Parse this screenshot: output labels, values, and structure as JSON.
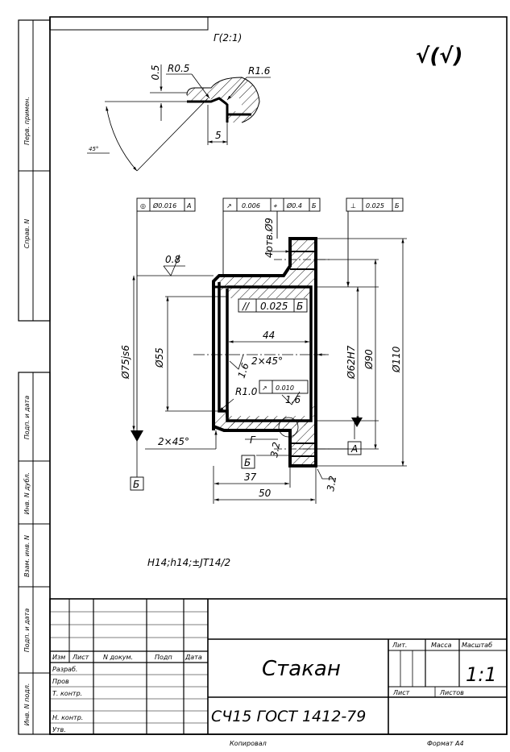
{
  "frame": {
    "side_labels": [
      "Перв. примен.",
      "Справ. N",
      "Подп. и дата",
      "Инв. N дубл.",
      "Взам. инв. N",
      "Подп. и дата",
      "Инв. N подл."
    ]
  },
  "detail_view": {
    "title": "Г(2:1)",
    "chamfer_depth": "0.5",
    "radius_small": "R0.5",
    "radius_large": "R1.6",
    "chamfer_length": "5",
    "angle": "45°"
  },
  "roughness_symbol": "√(√)",
  "tolerances": {
    "concentricity": {
      "symbol": "◎",
      "value": "Ø0.016",
      "datum": "A"
    },
    "runout_left": {
      "symbol": "↗",
      "value": "0.006"
    },
    "position": {
      "symbol": "⌖",
      "value": "Ø0.4",
      "datum": "Б"
    },
    "perpendicularity": {
      "symbol": "⊥",
      "value": "0.025",
      "datum": "Б"
    },
    "parallelism": {
      "symbol": "//",
      "value": "0.025",
      "datum": "Б"
    },
    "runout_inner": {
      "symbol": "↗",
      "value": "0.010"
    }
  },
  "dimensions": {
    "holes": "4отв.Ø9",
    "roughness_top": "0.8",
    "diam_outer": "Ø75js6",
    "diam_inner": "Ø55",
    "bore_length": "44",
    "chamfer_inner": "2×45°",
    "roughness_left": "1.6",
    "roughness_mid": "1.6",
    "radius_inner": "R1.0",
    "diam_bore": "Ø62H7",
    "diam_90": "Ø90",
    "diam_110": "Ø110",
    "chamfer_outer": "2×45°",
    "view_letter": "Г",
    "roughness_flange": "3.2",
    "roughness_edge": "3.2",
    "datum_a": "A",
    "datum_b": "Б",
    "length_37": "37",
    "length_50": "50"
  },
  "tolerance_note": "H14;h14;±JT14/2",
  "title_block": {
    "headers": {
      "izm": "Изм",
      "list": "Лист",
      "doc": "N докум.",
      "sign": "Подп",
      "date": "Дата"
    },
    "roles": [
      "Разраб.",
      "Пров",
      "Т. контр.",
      "",
      "Н. контр.",
      "Утв."
    ],
    "name": "Стакан",
    "material": "СЧ15 ГОСТ 1412-79",
    "lit_label": "Лит.",
    "mass_label": "Масса",
    "scale_label": "Масштаб",
    "scale_value": "1:1",
    "sheet_label": "Лист",
    "sheets_label": "Листов",
    "copied": "Копировал",
    "format": "Формат А4"
  }
}
